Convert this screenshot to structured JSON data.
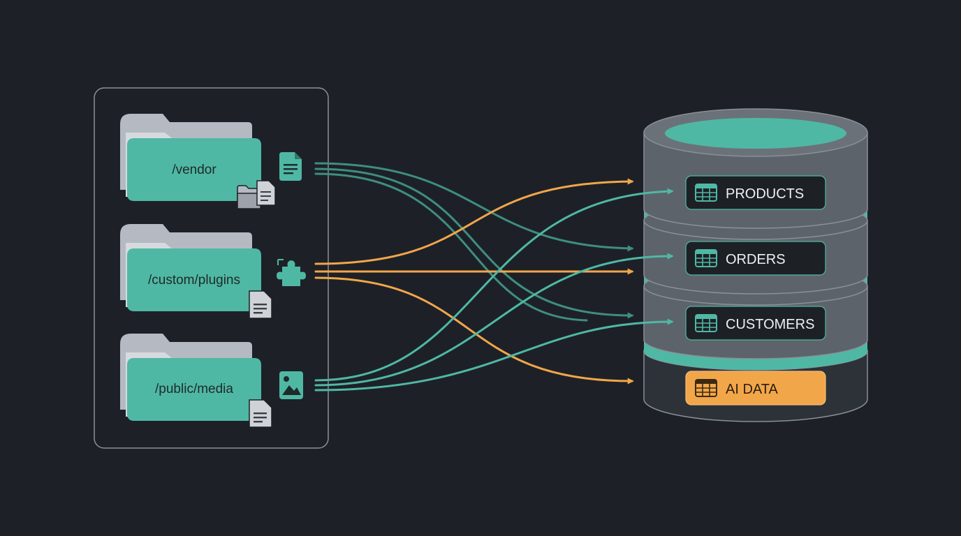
{
  "folders": [
    {
      "path": "/vendor"
    },
    {
      "path": "/custom/plugins"
    },
    {
      "path": "/public/media"
    }
  ],
  "tables": [
    {
      "name": "PRODUCTS",
      "highlight": false
    },
    {
      "name": "ORDERS",
      "highlight": false
    },
    {
      "name": "CUSTOMERS",
      "highlight": false
    },
    {
      "name": "AI DATA",
      "highlight": true
    }
  ],
  "colors": {
    "background": "#1d2127",
    "teal": "#4fb8a4",
    "teal_line": "#3f8e80",
    "orange": "#f2a64a",
    "db_body": "#5d636b",
    "db_stroke": "#8a9098",
    "panel_stroke": "#8b9097",
    "label_bg": "#1d2126"
  },
  "icons": {
    "folder": "folder-icon",
    "file": "document-icon",
    "plugin": "puzzle-piece-icon",
    "image": "image-icon",
    "table": "table-grid-icon",
    "database": "database-cylinder-icon"
  }
}
